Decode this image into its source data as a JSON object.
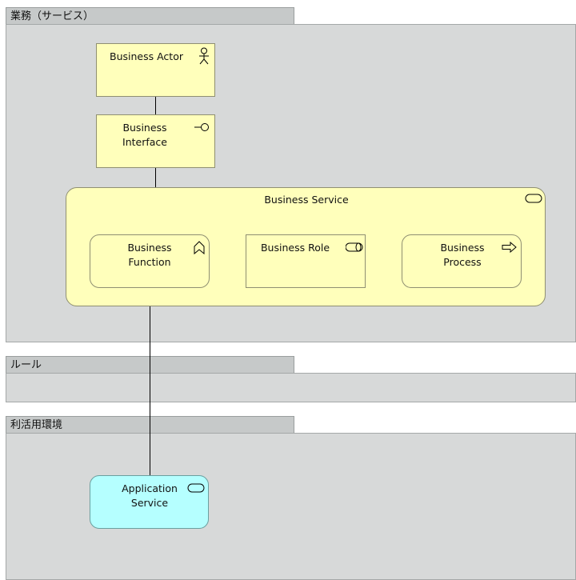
{
  "groups": {
    "business": {
      "label": "業務（サービス）"
    },
    "rules": {
      "label": "ルール"
    },
    "env": {
      "label": "利活用環境"
    }
  },
  "elements": {
    "business_actor": {
      "label": "Business Actor",
      "icon": "actor-icon"
    },
    "business_interface": {
      "label": "Business\nInterface",
      "icon": "interface-icon"
    },
    "business_service": {
      "label": "Business Service",
      "icon": "service-icon"
    },
    "business_function": {
      "label": "Business\nFunction",
      "icon": "function-icon"
    },
    "business_role": {
      "label": "Business Role",
      "icon": "role-icon"
    },
    "business_process": {
      "label": "Business\nProcess",
      "icon": "process-icon"
    },
    "application_service": {
      "label": "Application\nService",
      "icon": "service-icon"
    }
  },
  "colors": {
    "business": "#ffffbb",
    "application": "#b5ffff",
    "group": "#d7d9d9",
    "group_tab": "#c6c9c9"
  }
}
